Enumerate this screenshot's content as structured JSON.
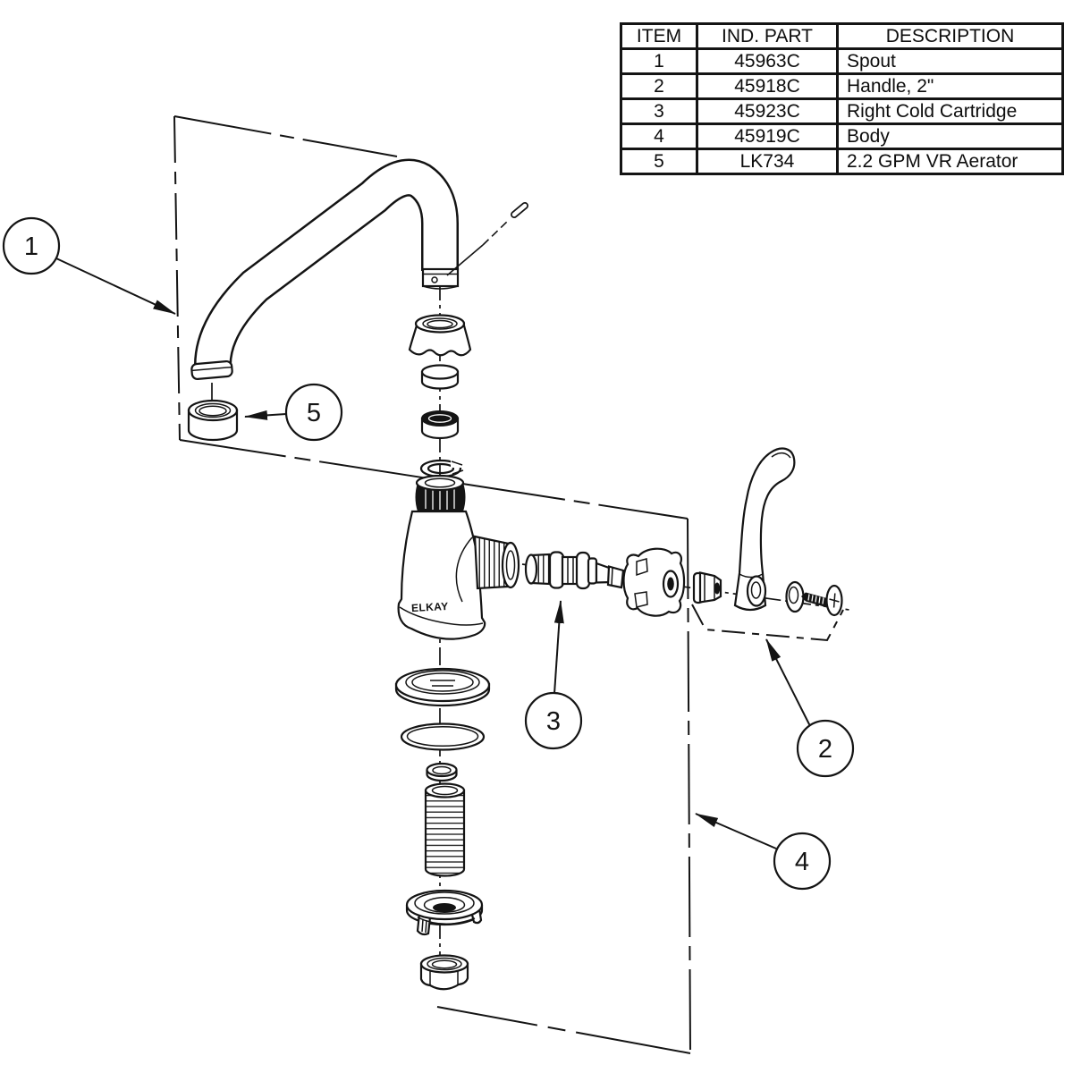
{
  "drawing": {
    "brand_label": "ELKAY",
    "callouts": [
      {
        "label": "1"
      },
      {
        "label": "2"
      },
      {
        "label": "3"
      },
      {
        "label": "4"
      },
      {
        "label": "5"
      }
    ]
  },
  "parts_table": {
    "headers": [
      "ITEM",
      "IND. PART",
      "DESCRIPTION"
    ],
    "rows": [
      {
        "item": "1",
        "ind_part": "45963C",
        "description": "Spout"
      },
      {
        "item": "2",
        "ind_part": "45918C",
        "description": "Handle, 2\""
      },
      {
        "item": "3",
        "ind_part": "45923C",
        "description": "Right Cold Cartridge"
      },
      {
        "item": "4",
        "ind_part": "45919C",
        "description": "Body"
      },
      {
        "item": "5",
        "ind_part": "LK734",
        "description": "2.2 GPM VR Aerator"
      }
    ]
  },
  "colors": {
    "line": "#141414",
    "background": "#ffffff"
  }
}
